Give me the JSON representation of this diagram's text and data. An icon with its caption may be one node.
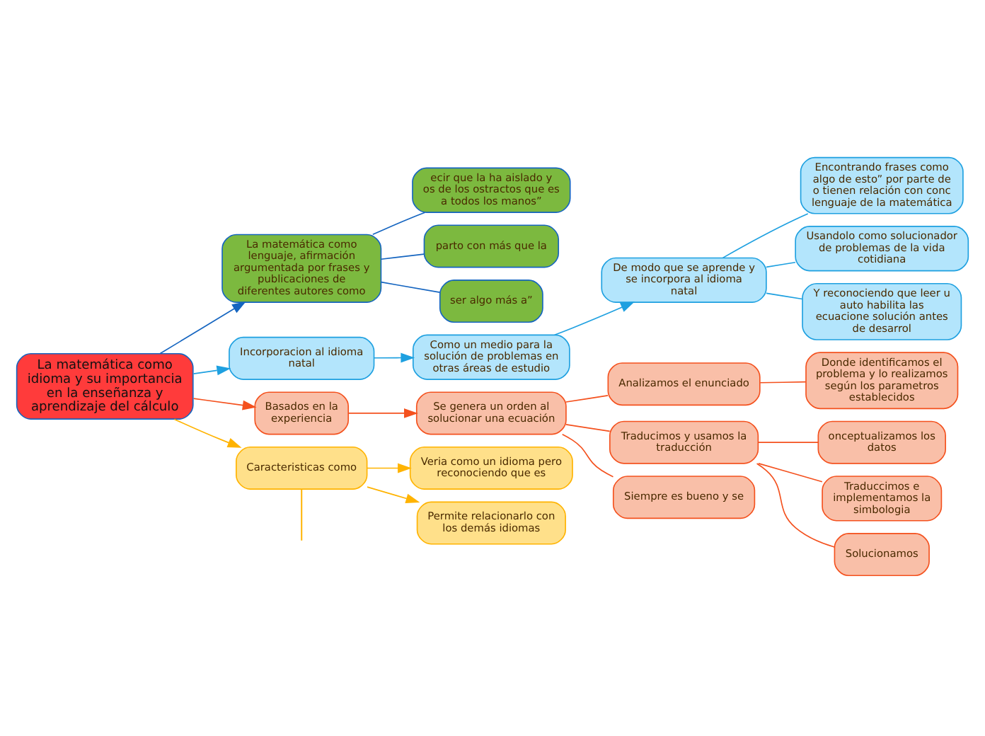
{
  "diagram": {
    "nodes": [
      {
        "text": [
          "La matemática como idioma y su importancia en la enseñanza y aprendizaje del cálculo"
        ]
      },
      {
        "text": [
          "La matemática como lenguaje, afirmación argumentada por frases y publicaciones de diferentes autores como"
        ]
      },
      {
        "text": [
          "ecir que la ha aislado y os de los ostractos que es a todos los manos”"
        ]
      },
      {
        "text": [
          "parto con más que la"
        ]
      },
      {
        "text": [
          "ser algo más a”"
        ]
      },
      {
        "text": [
          "Incorporacion al idioma natal"
        ]
      },
      {
        "text": [
          "Como un medio para la solución de problemas en otras áreas de estudio"
        ]
      },
      {
        "text": [
          "De modo que se aprende y se incorpora al idioma natal"
        ]
      },
      {
        "text": [
          "Encontrando frases como algo de esto” por parte de o tienen relación con conc lenguaje de la matemática"
        ]
      },
      {
        "text": [
          "Usandolo como solucionador de problemas de la vida cotidiana"
        ]
      },
      {
        "text": [
          "Y reconociendo que leer u auto habilita las ecuacione solución antes de desarrol"
        ]
      },
      {
        "text": [
          "Basados en la experiencia"
        ]
      },
      {
        "text": [
          "Se genera un orden al solucionar una ecuación"
        ]
      },
      {
        "text": [
          "Analizamos el enunciado"
        ]
      },
      {
        "text": [
          "Donde identificamos el problema y lo realizamos según los parametros establecidos"
        ]
      },
      {
        "text": [
          "Traducimos y usamos la traducción"
        ]
      },
      {
        "text": [
          "onceptualizamos los datos"
        ]
      },
      {
        "text": [
          "Traduccimos e implementamos la simbologia"
        ]
      },
      {
        "text": [
          "Solucionamos"
        ]
      },
      {
        "text": [
          "Siempre es bueno y se"
        ]
      },
      {
        "text": [
          "Caracteristicas como"
        ]
      },
      {
        "text": [
          "Veria como un idioma pero reconociendo que es"
        ]
      },
      {
        "text": [
          "Permite relacionarlo con los demás idiomas"
        ]
      }
    ],
    "edges": [
      {
        "from": 0,
        "to": 1,
        "arrow": "to",
        "color": "#1565c0"
      },
      {
        "from": 1,
        "to": 2,
        "arrow": "none",
        "color": "#1565c0"
      },
      {
        "from": 1,
        "to": 3,
        "arrow": "none",
        "color": "#1565c0"
      },
      {
        "from": 1,
        "to": 4,
        "arrow": "none",
        "color": "#1565c0"
      },
      {
        "from": 0,
        "to": 5,
        "arrow": "to",
        "color": "#1ea0e0"
      },
      {
        "from": 5,
        "to": 6,
        "arrow": "to",
        "color": "#1ea0e0"
      },
      {
        "from": 6,
        "to": 7,
        "arrow": "to",
        "color": "#1ea0e0"
      },
      {
        "from": 7,
        "to": 8,
        "arrow": "none",
        "color": "#1ea0e0"
      },
      {
        "from": 7,
        "to": 9,
        "arrow": "none",
        "color": "#1ea0e0"
      },
      {
        "from": 7,
        "to": 10,
        "arrow": "none",
        "color": "#1ea0e0"
      },
      {
        "from": 0,
        "to": 11,
        "arrow": "to",
        "color": "#f4511e"
      },
      {
        "from": 11,
        "to": 12,
        "arrow": "to",
        "color": "#f4511e"
      },
      {
        "from": 12,
        "to": 13,
        "arrow": "none",
        "color": "#f4511e"
      },
      {
        "from": 12,
        "to": 15,
        "arrow": "none",
        "color": "#f4511e"
      },
      {
        "from": 12,
        "to": 19,
        "arrow": "none",
        "color": "#f4511e"
      },
      {
        "from": 13,
        "to": 14,
        "arrow": "none",
        "color": "#f4511e"
      },
      {
        "from": 15,
        "to": 16,
        "arrow": "none",
        "color": "#f4511e"
      },
      {
        "from": 15,
        "to": 17,
        "arrow": "none",
        "color": "#f4511e"
      },
      {
        "from": 15,
        "to": 18,
        "arrow": "none",
        "color": "#f4511e"
      },
      {
        "from": 0,
        "to": 20,
        "arrow": "to",
        "color": "#ffb300"
      },
      {
        "from": 20,
        "to": 21,
        "arrow": "to",
        "color": "#ffb300"
      },
      {
        "from": 20,
        "to": 22,
        "arrow": "to",
        "color": "#ffb300"
      },
      {
        "from": 20,
        "to": null,
        "arrow": "none",
        "color": "#ffb300"
      }
    ]
  }
}
